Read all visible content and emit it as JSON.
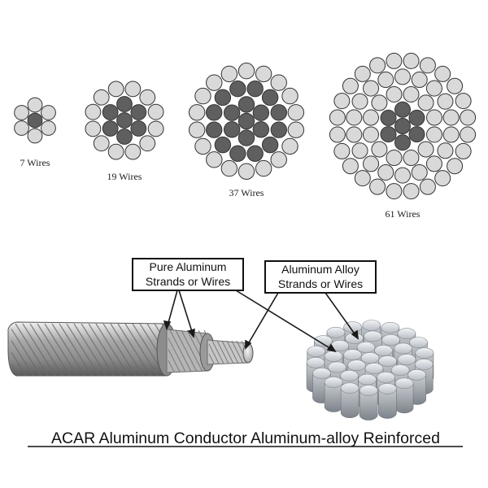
{
  "colors": {
    "steel_wire": "#5f5f5f",
    "aluminum_wire": "#d9d9d9",
    "wire_outline": "#333333",
    "text": "#111111",
    "callout_line": "#1a1a1a"
  },
  "wire_diagrams": [
    {
      "id": "w7",
      "count": 7,
      "core_rings": 1,
      "label": "7 Wires"
    },
    {
      "id": "w19",
      "count": 19,
      "core_rings": 2,
      "label": "19 Wires"
    },
    {
      "id": "w37",
      "count": 37,
      "core_rings": 3,
      "label": "37 Wires"
    },
    {
      "id": "w61",
      "count": 61,
      "core_rings": 2,
      "label": "61 Wires"
    }
  ],
  "callouts": {
    "pure_aluminum": {
      "line1": "Pure Aluminum",
      "line2": "Strands or Wires"
    },
    "aluminum_alloy": {
      "line1": "Aluminum Alloy",
      "line2": "Strands or Wires"
    }
  },
  "title": "ACAR Aluminum Conductor Aluminum-alloy Reinforced"
}
